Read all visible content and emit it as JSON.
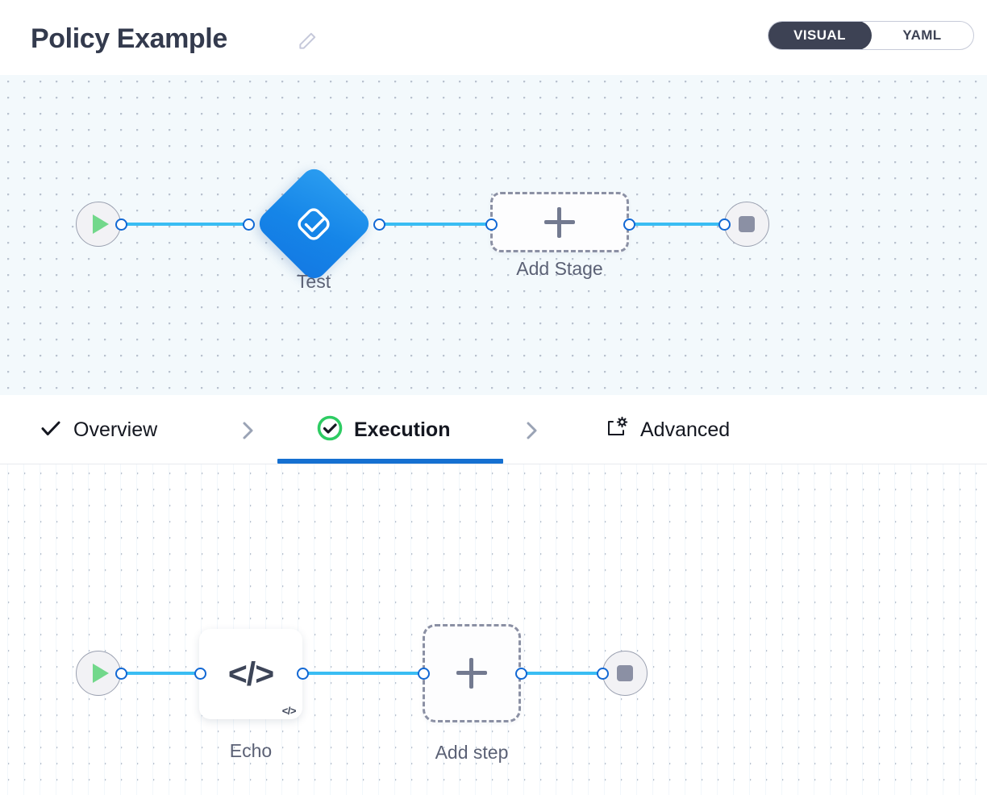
{
  "header": {
    "title": "Policy Example",
    "edit_icon": "pencil-icon",
    "mode_toggle": {
      "active": "VISUAL",
      "options": [
        "VISUAL",
        "YAML"
      ]
    }
  },
  "colors": {
    "accent_blue": "#1570d1",
    "edge_blue": "#39bdf3",
    "stage_blue": "#1585e8",
    "toggle_dark": "#3d4254",
    "play_green": "#72d88b",
    "check_green": "#2ecc63",
    "dashed_gray": "#8b90a4",
    "canvas_top_bg": "#f3f9fc",
    "canvas_bottom_bg": "#ffffff"
  },
  "stage_canvas": {
    "start_node": {
      "label": "",
      "icon": "play-icon"
    },
    "end_node": {
      "label": "",
      "icon": "stop-icon"
    },
    "stage": {
      "label": "Test",
      "icon": "approval-check-icon"
    },
    "add_stage": {
      "label": "Add Stage",
      "icon": "plus-icon"
    }
  },
  "tabs": [
    {
      "label": "Overview",
      "icon": "check-icon",
      "active": false
    },
    {
      "label": "Execution",
      "icon": "check-circle-icon",
      "active": true
    },
    {
      "label": "Advanced",
      "icon": "box-gear-icon",
      "active": false
    }
  ],
  "step_canvas": {
    "start_node": {
      "label": "",
      "icon": "play-icon"
    },
    "end_node": {
      "label": "",
      "icon": "stop-icon"
    },
    "step": {
      "label": "Echo",
      "icon": "code-icon",
      "badge": "</>"
    },
    "add_step": {
      "label": "Add step",
      "icon": "plus-icon"
    }
  }
}
